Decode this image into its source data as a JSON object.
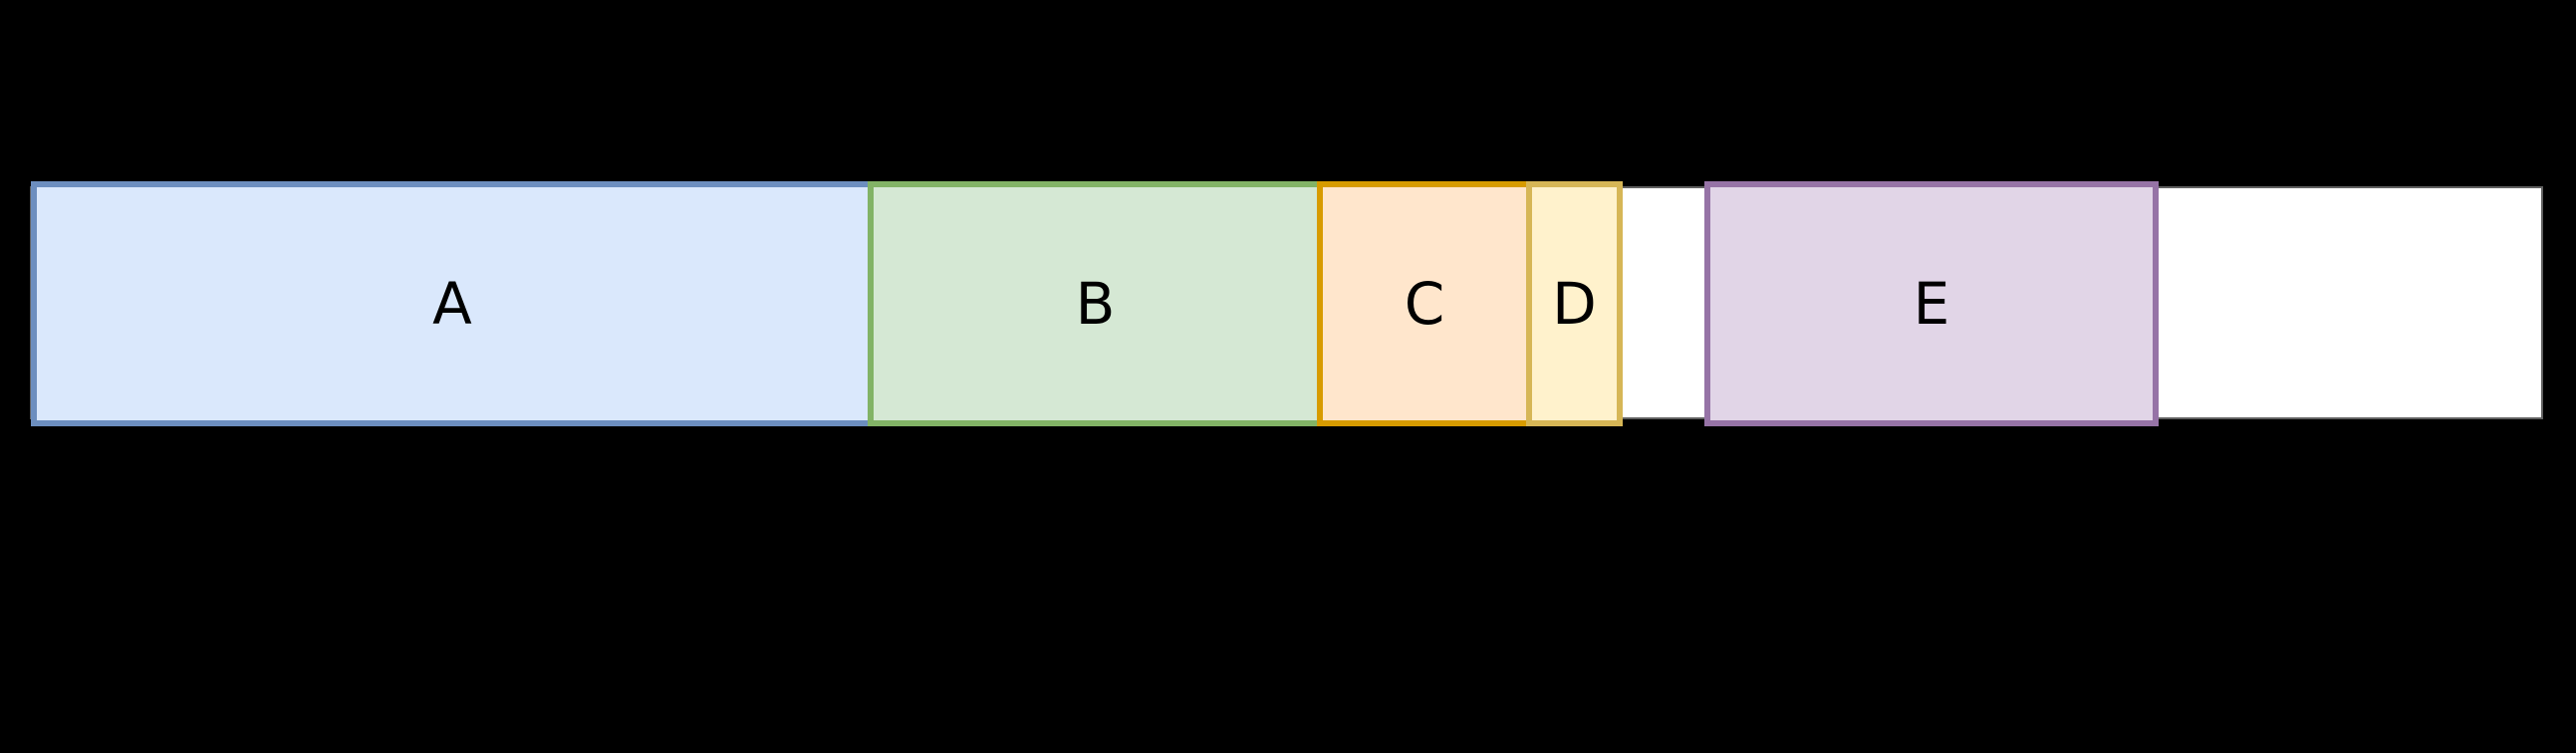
{
  "figure": {
    "type": "segmented-horizontal-bar-diagram",
    "background_color": "#000000",
    "track": {
      "fill": "#ffffff",
      "border_color": "#606060"
    }
  },
  "segments": [
    {
      "label": "A",
      "fill": "#dae8fc",
      "border": "#6c8ebf"
    },
    {
      "label": "B",
      "fill": "#d5e8d4",
      "border": "#82b366"
    },
    {
      "label": "C",
      "fill": "#ffe6cc",
      "border": "#d79b00"
    },
    {
      "label": "D",
      "fill": "#fff2cc",
      "border": "#d6b656"
    },
    {
      "label": "E",
      "fill": "#e1d5e7",
      "border": "#9673a6"
    }
  ]
}
